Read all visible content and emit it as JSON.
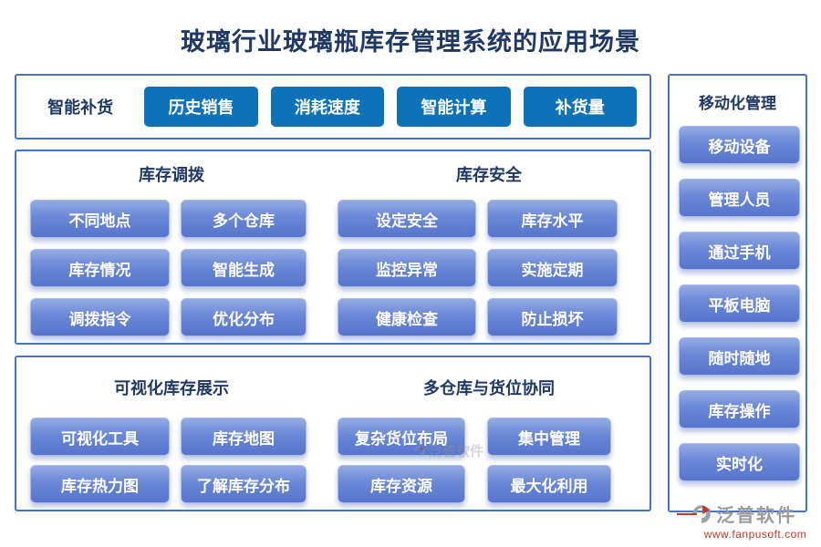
{
  "title": "玻璃行业玻璃瓶库存管理系统的应用场景",
  "colors": {
    "heading": "#1F3864",
    "panel_border": "#4472C4",
    "primary_button": "#0E72B8",
    "gradient_button_top": "#93AAE3",
    "gradient_button_bottom": "#5674CC",
    "brand_red": "#C0392B"
  },
  "replenishment": {
    "label": "智能补货",
    "buttons": [
      "历史销售",
      "消耗速度",
      "智能计算",
      "补货量"
    ]
  },
  "middle": {
    "left": {
      "title": "库存调拨",
      "buttons": [
        "不同地点",
        "多个仓库",
        "库存情况",
        "智能生成",
        "调拨指令",
        "优化分布"
      ]
    },
    "right": {
      "title": "库存安全",
      "buttons": [
        "设定安全",
        "库存水平",
        "监控异常",
        "实施定期",
        "健康检查",
        "防止损坏"
      ]
    }
  },
  "bottom": {
    "left": {
      "title": "可视化库存展示",
      "buttons": [
        "可视化工具",
        "库存地图",
        "库存热力图",
        "了解库存分布"
      ]
    },
    "right": {
      "title": "多仓库与货位协同",
      "buttons": [
        "复杂货位布局",
        "集中管理",
        "库存资源",
        "最大化利用"
      ]
    }
  },
  "sidebar": {
    "title": "移动化管理",
    "buttons": [
      "移动设备",
      "管理人员",
      "通过手机",
      "平板电脑",
      "随时随地",
      "库存操作",
      "实时化"
    ]
  },
  "brand": {
    "name": "泛普软件",
    "url": "www.fanpusoft.com"
  },
  "watermark": "泛普软件"
}
